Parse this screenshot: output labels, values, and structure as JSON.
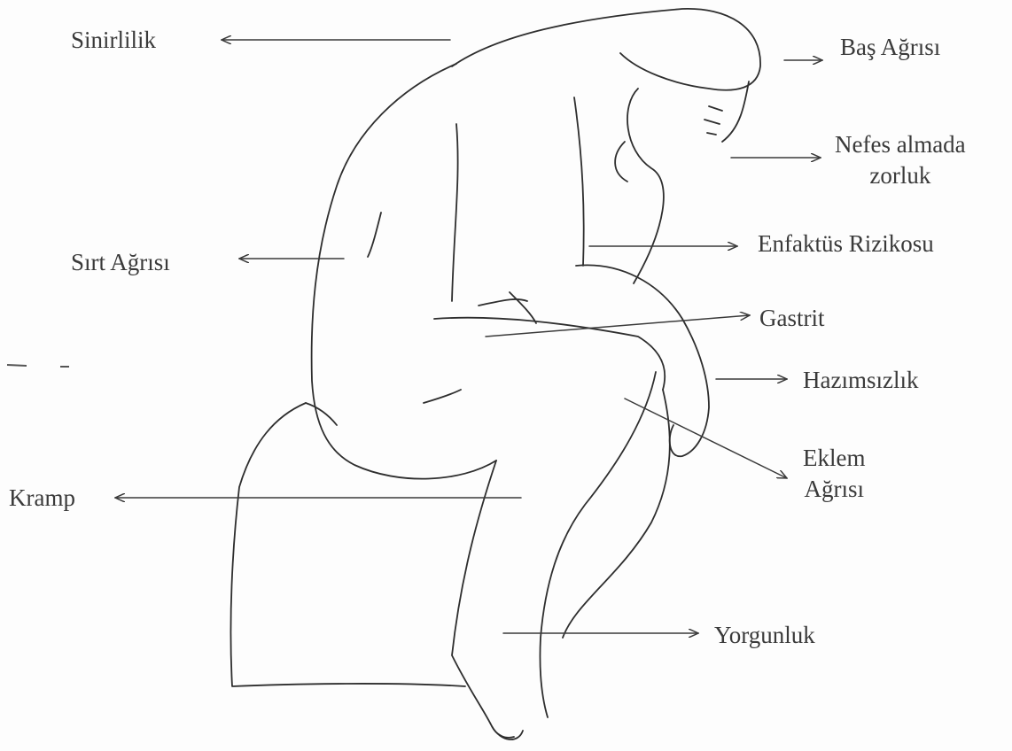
{
  "labels": {
    "sinirlilik": "Sinirlilik",
    "bas_agrisi": "Baş Ağrısı",
    "nefes_line1": "Nefes almada",
    "nefes_line2": "zorluk",
    "sirt_agrisi": "Sırt Ağrısı",
    "enfaktus": "Enfaktüs Rizikosu",
    "gastrit": "Gastrit",
    "hazimsizlik": "Hazımsızlık",
    "eklem_line1": "Eklem",
    "eklem_line2": "Ağrısı",
    "kramp": "Kramp",
    "yorgunluk": "Yorgunluk"
  },
  "colors": {
    "ink": "#2e2e2e",
    "text": "#3a3a3a",
    "paper": "#fdfdfd"
  }
}
